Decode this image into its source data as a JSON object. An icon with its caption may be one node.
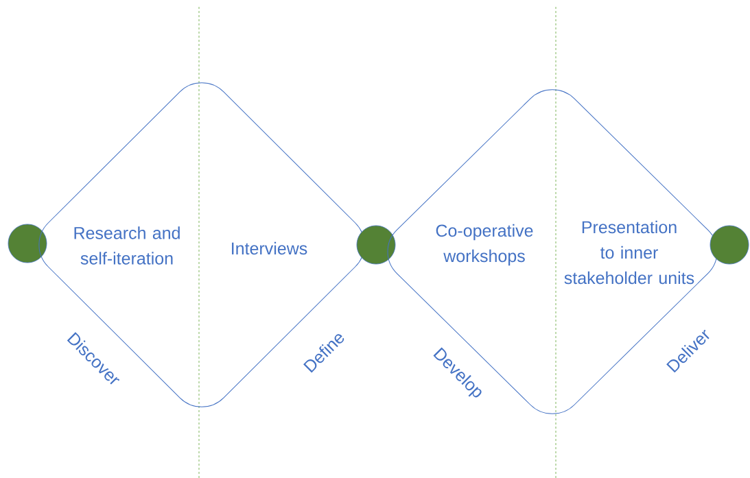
{
  "diagram": {
    "nodes": [
      {
        "text": [],
        "shape": "circle"
      },
      {
        "text": [
          "Research and self-iteration",
          "Interviews"
        ],
        "beside": [
          "Discover",
          "Define"
        ]
      },
      {
        "text": [],
        "shape": "circle"
      },
      {
        "text": [
          "Co-operative workshops",
          "Presentation to inner stakeholder units"
        ],
        "beside": [
          "Develop",
          "Deliver"
        ]
      },
      {
        "text": [],
        "shape": "circle"
      }
    ]
  }
}
